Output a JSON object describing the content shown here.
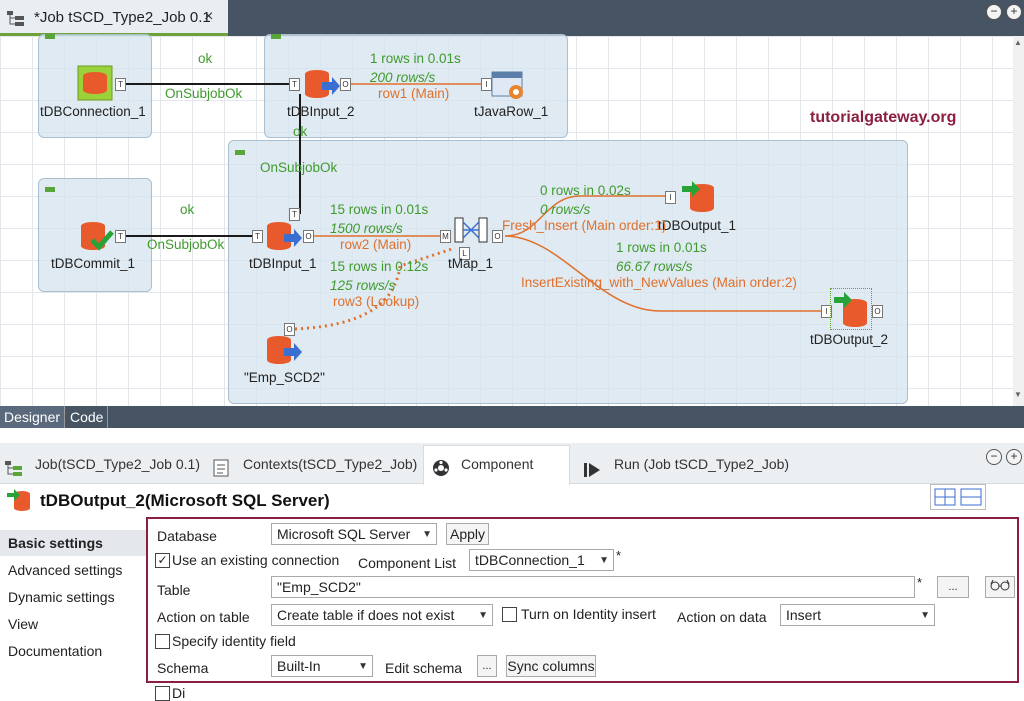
{
  "editor_tab": {
    "title": "*Job tSCD_Type2_Job 0.1",
    "close": "×"
  },
  "window_controls": {
    "minimize": "−",
    "maximize": "+"
  },
  "canvas": {
    "components": {
      "tdbconnection_1": "tDBConnection_1",
      "tdbinput_2": "tDBInput_2",
      "tjavarow_1": "tJavaRow_1",
      "tdbcommit_1": "tDBCommit_1",
      "tdbinput_1": "tDBInput_1",
      "tmap_1": "tMap_1",
      "tdboutput_1": "tDBOutput_1",
      "tdboutput_2": "tDBOutput_2",
      "emp_scd2": "\"Emp_SCD2\""
    },
    "links": {
      "ok_top": "ok",
      "onsubjobok_top": "OnSubjobOk",
      "ok_vertical": "ok",
      "onsubjobok_mid": "OnSubjobOk",
      "ok_left": "ok",
      "onsubjobok_left": "OnSubjobOk"
    },
    "flows": {
      "row1_stats": "1 rows in 0.01s",
      "row1_rate": "200 rows/s",
      "row1_name": "row1 (Main)",
      "row2_stats": "15 rows in 0.01s",
      "row2_rate": "1500 rows/s",
      "row2_name": "row2 (Main)",
      "row3_stats": "15 rows in 0.12s",
      "row3_rate": "125 rows/s",
      "row3_name": "row3 (Lookup)",
      "fresh_stats": "0 rows in 0.02s",
      "fresh_rate": "0 rows/s",
      "fresh_name": "Fresh_Insert (Main order:1)",
      "existing_stats": "1 rows in 0.01s",
      "existing_rate": "66.67 rows/s",
      "existing_name": "InsertExisting_with_NewValues (Main order:2)"
    },
    "watermark": "tutorialgateway.org"
  },
  "designer_tabs": [
    "Designer",
    "Code"
  ],
  "panel_tabs": {
    "job": "Job(tSCD_Type2_Job 0.1)",
    "contexts": "Contexts(tSCD_Type2_Job)",
    "component": "Component",
    "run": "Run (Job tSCD_Type2_Job)"
  },
  "component_title": "tDBOutput_2(Microsoft SQL Server)",
  "nav": [
    "Basic settings",
    "Advanced settings",
    "Dynamic settings",
    "View",
    "Documentation"
  ],
  "settings": {
    "database_label": "Database",
    "database_value": "Microsoft SQL Server",
    "apply": "Apply",
    "use_existing": "Use an existing connection",
    "use_existing_checked": true,
    "component_list_label": "Component List",
    "component_list_value": "tDBConnection_1",
    "required_mark": "*",
    "table_label": "Table",
    "table_value": "\"Emp_SCD2\"",
    "ellipsis": "...",
    "action_table_label": "Action on table",
    "action_table_value": "Create table if does not exist",
    "identity_insert": "Turn on Identity insert",
    "action_data_label": "Action on data",
    "action_data_value": "Insert",
    "specify_identity": "Specify identity field",
    "schema_label": "Schema",
    "schema_value": "Built-In",
    "edit_schema": "Edit schema",
    "sync_columns": "Sync columns",
    "cut_off_label": "Di"
  },
  "colors": {
    "accent_frame": "#8b1f3f",
    "flow_orange": "#e0702c",
    "trigger_green": "#3f9a2e",
    "watermark": "#8b1f3f"
  }
}
